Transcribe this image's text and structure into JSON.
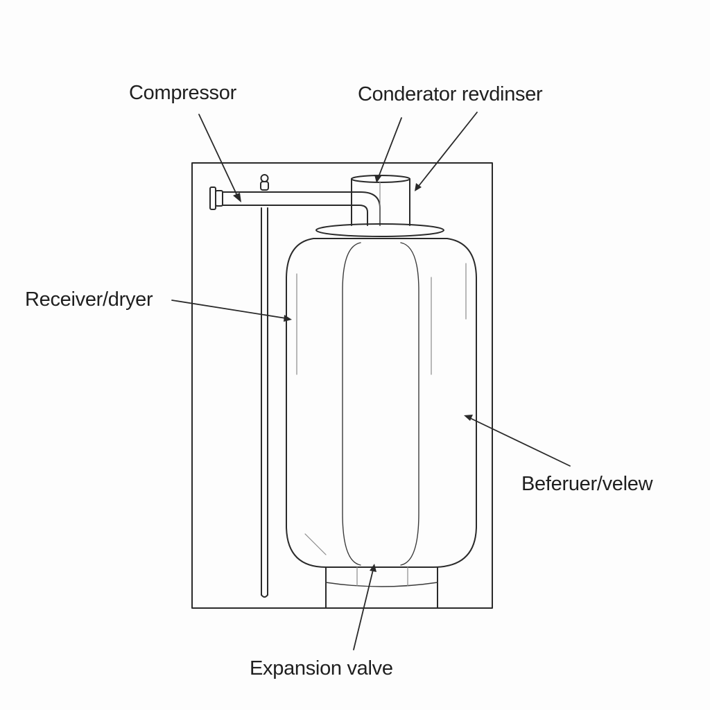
{
  "labels": {
    "compressor": "Compressor",
    "condenser": "Conderator revdinser",
    "receiver_dryer": "Receiver/dryer",
    "evaporator": "Beferuer/velew",
    "expansion_valve": "Expansion valve"
  }
}
